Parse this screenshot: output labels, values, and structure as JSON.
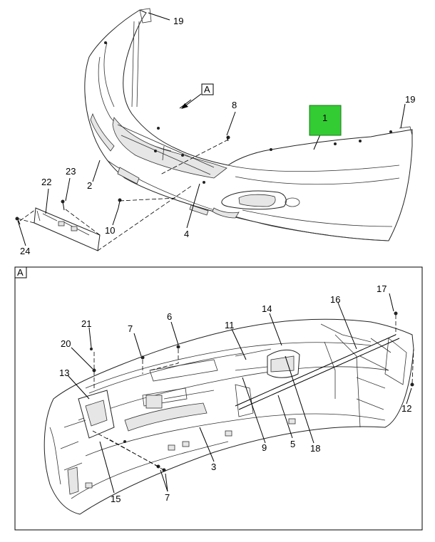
{
  "top_view": {
    "labels": {
      "l19a": "19",
      "lA": "A",
      "l8": "8",
      "l19b": "19",
      "l1": "1",
      "l23": "23",
      "l22": "22",
      "l2": "2",
      "l10": "10",
      "l4": "4",
      "l24": "24"
    }
  },
  "detail_view": {
    "title": "A",
    "labels": {
      "l17": "17",
      "l16": "16",
      "l14": "14",
      "l6": "6",
      "l11": "11",
      "l7a": "7",
      "l21": "21",
      "l20": "20",
      "l13": "13",
      "l12": "12",
      "l5": "5",
      "l9": "9",
      "l18": "18",
      "l3": "3",
      "l7b": "7",
      "l15": "15"
    }
  },
  "colors": {
    "highlight": "#33cc33"
  }
}
